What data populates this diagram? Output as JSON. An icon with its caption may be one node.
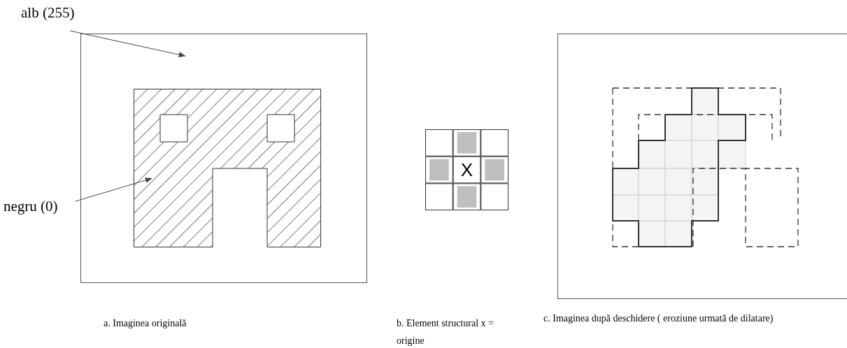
{
  "diagram": {
    "nodes": [
      {
        "text": [
          "alb (255)"
        ]
      },
      {
        "text": [],
        "shape": "box"
      },
      {
        "text": [
          "negru (0)"
        ]
      },
      {
        "text": [],
        "shape": "picture",
        "in": 1
      },
      {
        "text": [
          "X"
        ]
      },
      {
        "text": [],
        "shape": "box"
      }
    ],
    "edges": [
      {
        "from": 0,
        "to": 1,
        "arrow": "to"
      },
      {
        "from": 2,
        "to": 3,
        "arrow": "to"
      }
    ],
    "labels": [
      "a. Imaginea originală",
      "b. Element structural x = origine",
      "c. Imaginea după deschidere ( eroziune urmată de dilatare)"
    ]
  }
}
